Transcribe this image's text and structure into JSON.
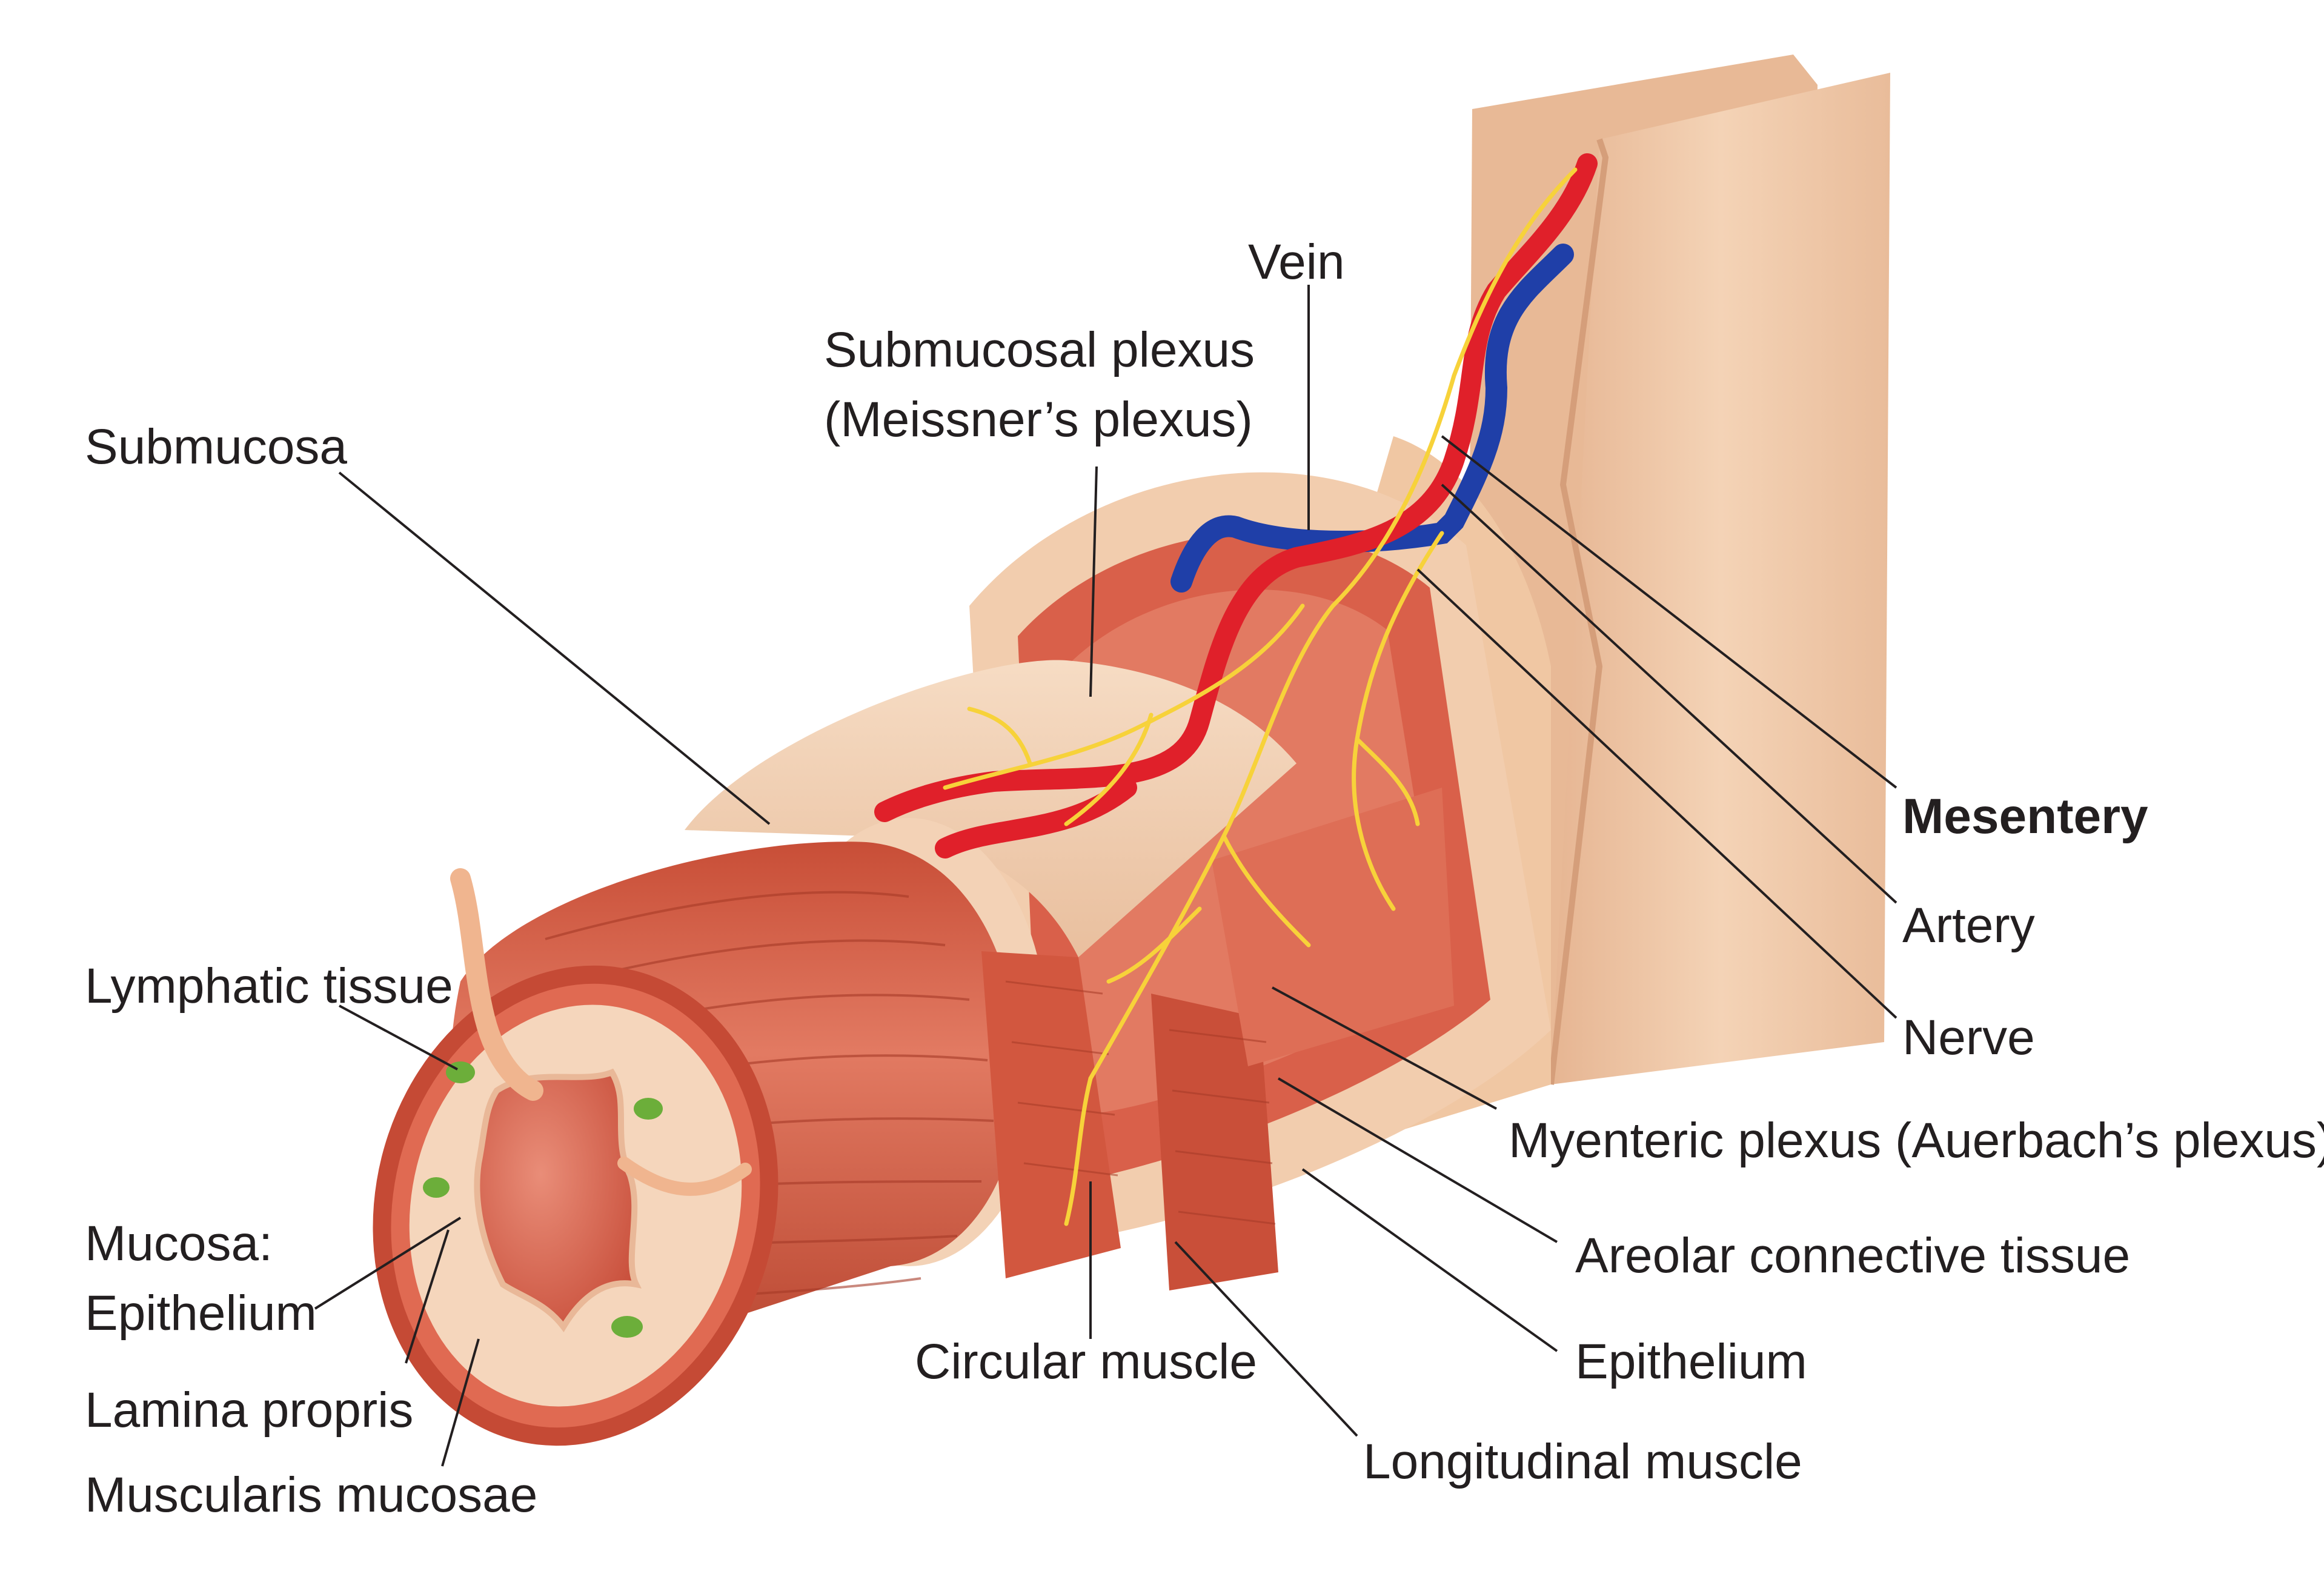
{
  "labels": {
    "vein": "Vein",
    "submucosal_plexus_1": "Submucosal plexus",
    "submucosal_plexus_2": "(Meissner’s plexus)",
    "submucosa": "Submucosa",
    "mesentery": "Mesentery",
    "artery": "Artery",
    "nerve": "Nerve",
    "lymphatic_tissue": "Lymphatic tissue",
    "myenteric_plexus": "Myenteric plexus (Auerbach’s plexus)",
    "mucosa": "Mucosa:",
    "epithelium_mucosa": "Epithelium",
    "areolar_connective_tissue": "Areolar connective tissue",
    "circular_muscle": "Circular muscle",
    "epithelium_outer": "Epithelium",
    "lamina_propris": "Lamina propris",
    "longitudinal_muscle": "Longitudinal muscle",
    "muscularis_mucosae": "Muscularis mucosae"
  },
  "colors": {
    "mesentery": "#f1c9a6",
    "mesentery_shade": "#e2ad88",
    "muscle": "#d9604a",
    "muscle_dark": "#b8452f",
    "muscle_light": "#ea8a72",
    "submucosa": "#f3d2b6",
    "artery": "#e0202a",
    "vein": "#1f3fa8",
    "nerve": "#f7d23a",
    "lymphatic": "#6cae3a",
    "text": "#231f20"
  }
}
